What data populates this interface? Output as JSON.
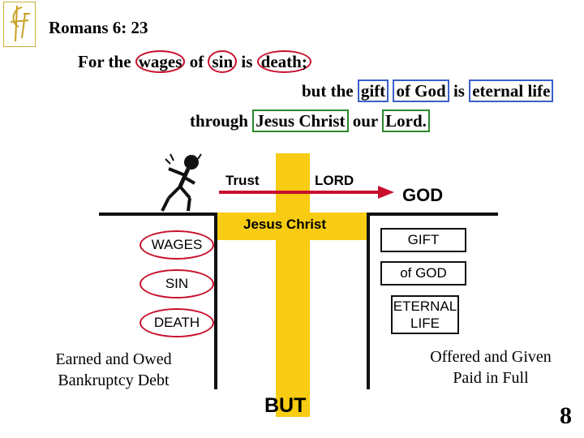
{
  "reference": "Romans 6: 23",
  "verse": {
    "line1": {
      "for_the": "For the",
      "wages": "wages",
      "of": "of",
      "sin": "sin",
      "is": "is",
      "death": "death;"
    },
    "line2": {
      "but_the": "but the",
      "gift": "gift",
      "of_god": "of God",
      "is": "is",
      "eternal_life": "eternal life"
    },
    "line3": {
      "through": "through",
      "jesus_christ": "Jesus Christ",
      "our": "our",
      "lord": "Lord."
    }
  },
  "diagram": {
    "trust": "Trust",
    "lord": "LORD",
    "god": "GOD",
    "jesus_christ": "Jesus Christ",
    "but": "BUT",
    "left_items": [
      "WAGES",
      "SIN",
      "DEATH"
    ],
    "right_items": [
      "GIFT",
      "of GOD",
      "ETERNAL LIFE"
    ],
    "left_caption": [
      "Earned and Owed",
      "Bankruptcy Debt"
    ],
    "right_caption": [
      "Offered and Given",
      "Paid in Full"
    ]
  },
  "slide_number": "8",
  "colors": {
    "cross": "#f7cc12",
    "arrow": "#c8102e",
    "oval": "#c8102e",
    "blue_box": "#3a5fc7",
    "green_box": "#2a8a2a"
  }
}
